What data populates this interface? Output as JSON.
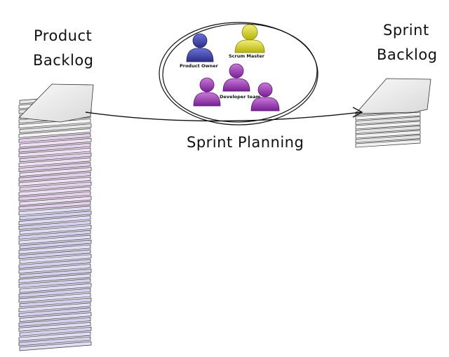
{
  "labels": {
    "product_backlog_line1": "Product",
    "product_backlog_line2": "Backlog",
    "sprint_backlog_line1": "Sprint",
    "sprint_backlog_line2": "Backlog",
    "sprint_planning": "Sprint Planning"
  },
  "roles": {
    "product_owner": "Product Owner",
    "scrum_master": "Scrum Master",
    "developer_team": "Developer team"
  },
  "colors": {
    "product_owner": "#3b3f9e",
    "scrum_master": "#d6d21e",
    "developer": "#9a3bb0",
    "paper_white": "#f2f2f2",
    "paper_pink": "#ead6f0",
    "paper_purple": "#d8d0f0",
    "ink": "#111111"
  }
}
